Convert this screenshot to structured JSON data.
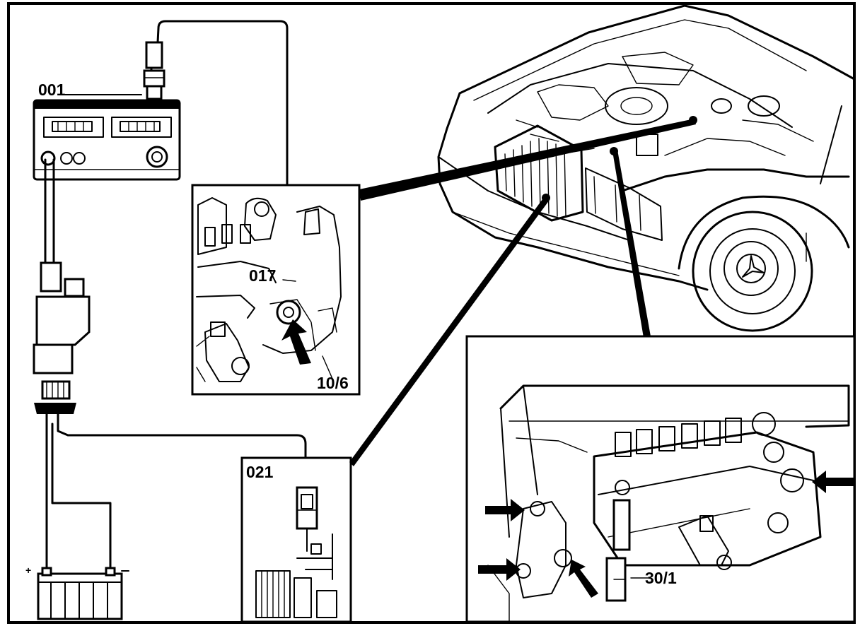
{
  "labels": {
    "tester": "001",
    "inset_top": "017",
    "inset_top_bolt": "10/6",
    "inset_sensor": "021",
    "inset_pump": "30/1"
  }
}
